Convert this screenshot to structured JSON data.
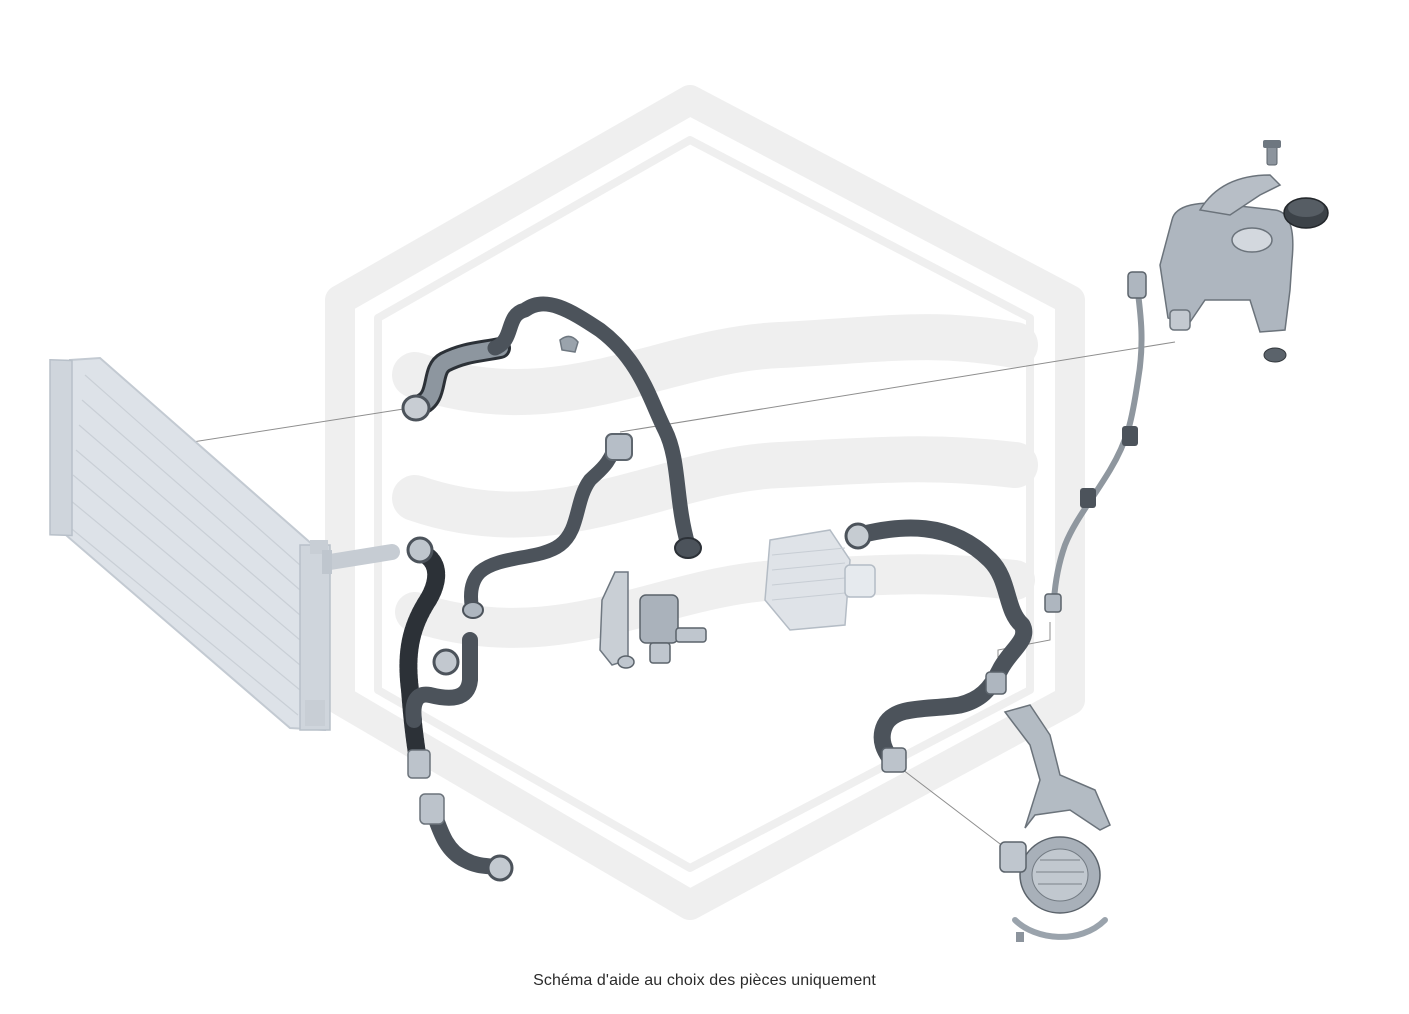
{
  "caption": "Schéma d'aide au choix des pièces uniquement",
  "colors": {
    "hose": "#4c535b",
    "hose_edge": "#2c3137",
    "metal": "#aeb6bf",
    "metal_light": "#d3d8de",
    "radiator": "#dde2e8",
    "watermark": "#efefef",
    "leader": "#8e8e8e"
  },
  "parts": [
    {
      "name": "radiator",
      "icon": "radiator-icon"
    },
    {
      "name": "radiator-outlet-pipe",
      "icon": "pipe-icon"
    },
    {
      "name": "upper-hose-short",
      "icon": "hose-icon"
    },
    {
      "name": "upper-hose-long",
      "icon": "hose-icon"
    },
    {
      "name": "hose-clip",
      "icon": "clip-icon"
    },
    {
      "name": "middle-hose",
      "icon": "hose-icon"
    },
    {
      "name": "lower-hose-corrugated",
      "icon": "hose-icon"
    },
    {
      "name": "hose-elbow",
      "icon": "hose-icon"
    },
    {
      "name": "bottom-hose",
      "icon": "hose-icon"
    },
    {
      "name": "coolant-valve",
      "icon": "valve-icon"
    },
    {
      "name": "valve-bracket",
      "icon": "bracket-icon"
    },
    {
      "name": "oil-cooler",
      "icon": "cooler-icon"
    },
    {
      "name": "cooler-hose",
      "icon": "hose-icon"
    },
    {
      "name": "expansion-tank",
      "icon": "tank-icon"
    },
    {
      "name": "tank-cap",
      "icon": "cap-icon"
    },
    {
      "name": "tank-bolt",
      "icon": "bolt-icon"
    },
    {
      "name": "tank-plug",
      "icon": "plug-icon"
    },
    {
      "name": "bleed-line",
      "icon": "pipe-icon"
    },
    {
      "name": "pump-bracket",
      "icon": "bracket-icon"
    },
    {
      "name": "electric-water-pump",
      "icon": "pump-icon"
    },
    {
      "name": "pump-clamp",
      "icon": "clamp-icon"
    }
  ]
}
